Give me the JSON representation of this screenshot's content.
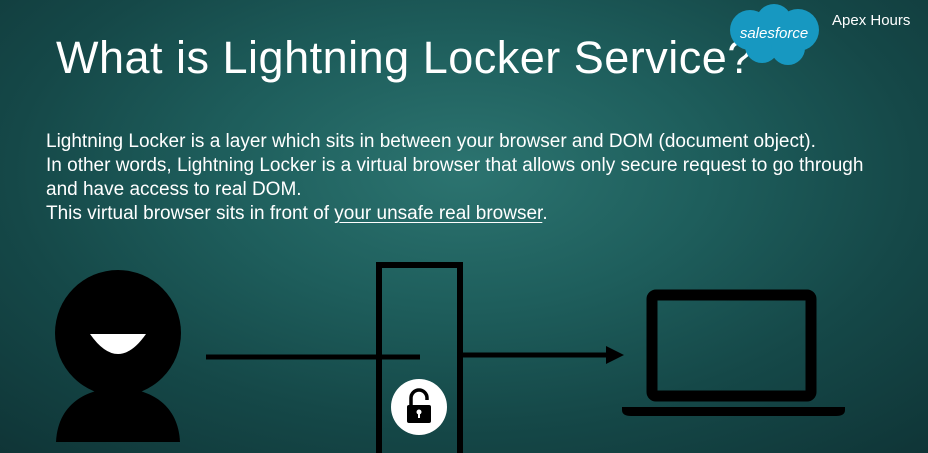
{
  "slide": {
    "title": "What is Lightning Locker Service?",
    "brand_label": "Apex Hours",
    "logo_text": "salesforce",
    "paragraphs": {
      "p1": "Lightning Locker is a layer which sits in between your browser and DOM (document object).",
      "p2": "In other words, Lightning Locker is a virtual browser that allows only secure request to go through and have access to real DOM.",
      "p3_lead": "This virtual browser sits in front of ",
      "p3_link": "your unsafe real browser",
      "p3_tail": "."
    }
  },
  "colors": {
    "background": "#1e5e5c",
    "logo_blue": "#1798c1",
    "text": "#ffffff",
    "icon": "#000000"
  },
  "icons": {
    "user": "user-icon",
    "lock": "lock-icon",
    "laptop": "laptop-icon"
  }
}
